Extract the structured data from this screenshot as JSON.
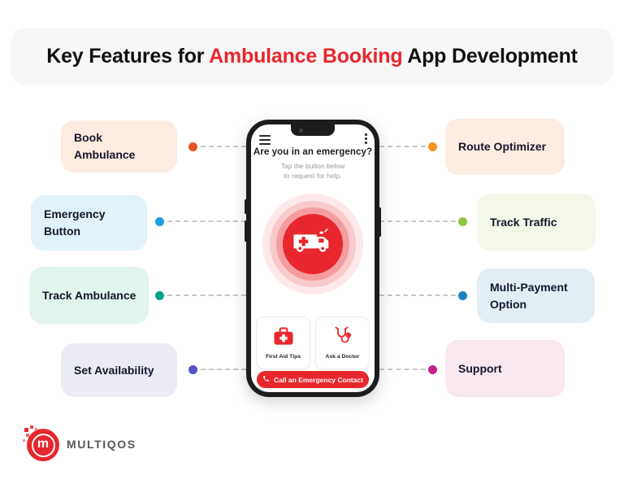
{
  "title": {
    "part1": "Key Features for ",
    "highlight": "Ambulance Booking",
    "part3": " App Development"
  },
  "features": [
    {
      "label": "Book Ambulance",
      "bg": "#FCEBE0",
      "dot": "#E8541F"
    },
    {
      "label": "Emergency Button",
      "bg": "#E1F2FA",
      "dot": "#1B9FDE"
    },
    {
      "label": "Track Ambulance",
      "bg": "#E2F5EC",
      "dot": "#00A383"
    },
    {
      "label": "Set Availability",
      "bg": "#EBEBF3",
      "dot": "#5551C2"
    },
    {
      "label": "Route Optimizer",
      "bg": "#FCEDE2",
      "dot": "#F6921E"
    },
    {
      "label": "Track Traffic",
      "bg": "#F3F8E9",
      "dot": "#8DC63F"
    },
    {
      "label": "Multi-Payment Option",
      "bg": "#E3EEF4",
      "dot": "#1B80C4"
    },
    {
      "label": "Support",
      "bg": "#FAE8F1",
      "dot": "#C4208E"
    }
  ],
  "phone": {
    "heading": "Are you in an emergency?",
    "sub_line1": "Tap the button below",
    "sub_line2": "to request for help.",
    "tiles": [
      {
        "label": "First Aid Tips",
        "icon": "first-aid-kit-icon"
      },
      {
        "label": "Ask a Doctor",
        "icon": "stethoscope-icon"
      }
    ],
    "cta_label": "Call an Emergency Contact",
    "accent_red": "#E8262D"
  },
  "icons": {
    "menu": "hamburger-menu-icon",
    "more": "kebab-menu-icon",
    "sos": "ambulance-icon",
    "cta": "phone-handset-icon"
  },
  "logo": {
    "brand": "MULTIQOS",
    "brand_color": "#E8262D",
    "text_color": "#58585A"
  }
}
